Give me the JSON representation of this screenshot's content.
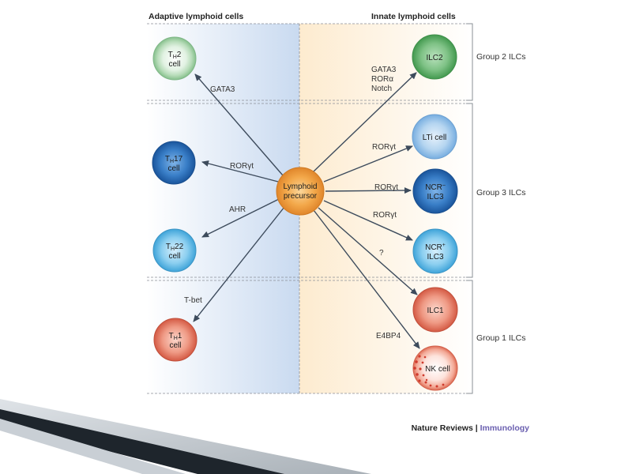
{
  "headers": {
    "adaptive": "Adaptive lymphoid cells",
    "innate": "Innate lymphoid cells"
  },
  "groups": {
    "group2": "Group 2 ILCs",
    "group3": "Group 3 ILCs",
    "group1": "Group 1 ILCs"
  },
  "center": {
    "line1": "Lymphoid",
    "line2": "precursor"
  },
  "adaptive_cells": {
    "th2": {
      "base": "T",
      "sub": "H",
      "rest": "2",
      "line2": "cell",
      "factor": "GATA3"
    },
    "th17": {
      "base": "T",
      "sub": "H",
      "rest": "17",
      "line2": "cell",
      "factor": "RORγt"
    },
    "th22": {
      "base": "T",
      "sub": "H",
      "rest": "22",
      "line2": "cell",
      "factor": "AHR"
    },
    "th1": {
      "base": "T",
      "sub": "H",
      "rest": "1",
      "line2": "cell",
      "factor": "T-bet"
    }
  },
  "innate_cells": {
    "ilc2": {
      "label": "ILC2",
      "factors": [
        "GATA3",
        "RORα",
        "Notch"
      ]
    },
    "lti": {
      "label": "LTi cell",
      "factor": "RORγt"
    },
    "ncr_neg": {
      "line1": "NCR",
      "sup": "–",
      "line2": "ILC3",
      "factor": "RORγt"
    },
    "ncr_pos": {
      "line1": "NCR",
      "sup": "+",
      "line2": "ILC3",
      "factor": "RORγt"
    },
    "ilc1": {
      "label": "ILC1",
      "factor": "?"
    },
    "nk": {
      "label": "NK cell",
      "factor": "E4BP4"
    }
  },
  "credit": {
    "journal": "Nature Reviews",
    "separator": " | ",
    "section": "Immunology"
  },
  "colors": {
    "green": "#5fb56e",
    "dark_blue": "#1f68b4",
    "sky_blue": "#5cb4e0",
    "light_blue": "#8cbfe6",
    "red": "#d9604d",
    "orange": "#f0a13c",
    "arrow": "#3d4b5c",
    "credit_accent": "#6a5fb0"
  }
}
